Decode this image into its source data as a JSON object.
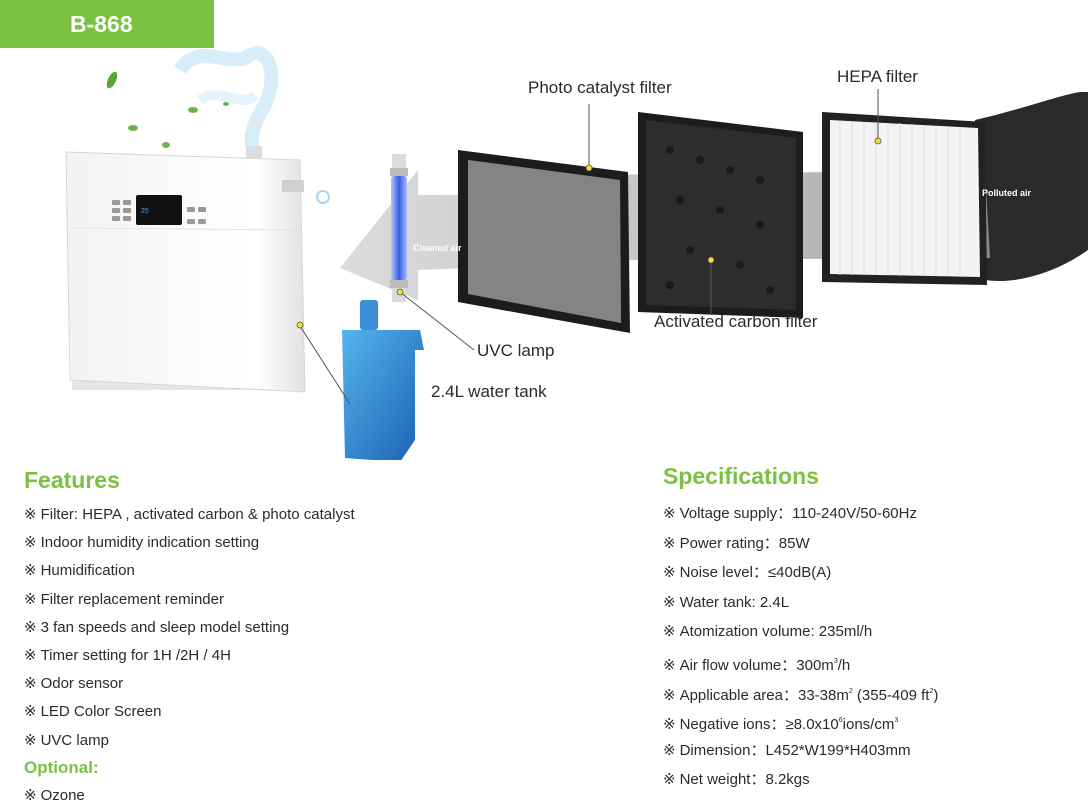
{
  "model": "B-868",
  "labels": {
    "photo_catalyst": "Photo catalyst filter",
    "hepa": "HEPA filter",
    "activated_carbon": "Activated carbon filter",
    "uvc_lamp": "UVC lamp",
    "water_tank": "2.4L water tank",
    "cleaned_air": "Cleaned air",
    "polluted_air": "Polluted air"
  },
  "features": {
    "title": "Features",
    "bullet": "※",
    "items": [
      "Filter:  HEPA , activated carbon & photo catalyst",
      "Indoor humidity indication setting",
      "Humidification",
      "Filter replacement reminder",
      "3 fan speeds and sleep model setting",
      "Timer setting for 1H /2H / 4H",
      "Odor sensor",
      "LED Color Screen",
      "UVC lamp"
    ],
    "optional_title": "Optional:",
    "optional_items": [
      "Ozone"
    ]
  },
  "specifications": {
    "title": "Specifications",
    "bullet": "※",
    "voltage": "Voltage supply：110-240V/50-60Hz",
    "power": "Power rating：85W",
    "noise": "Noise level：≤40dB(A)",
    "water_tank": "Water tank: 2.4L",
    "atomization": "Atomization volume: 235ml/h",
    "airflow_prefix": "Air flow volume：300m",
    "airflow_sup": "3",
    "airflow_suffix": "/h",
    "area_prefix": "Applicable area：33-38m",
    "area_sup1": "2",
    "area_mid": " (355-409 ft",
    "area_sup2": "2",
    "area_suffix": ")",
    "ions_prefix": "Negative ions：≥8.0x10",
    "ions_sup1": "6",
    "ions_mid": "ions/cm",
    "ions_sup2": "3",
    "dimension": "Dimension：L452*W199*H403mm",
    "weight": "Net weight：8.2kgs"
  },
  "display": {
    "readout": "25"
  },
  "colors": {
    "brand_green": "#7cc242",
    "text": "#2b2b2b",
    "leader_dot": "#f0e030",
    "water_tank": "#2f7fd0",
    "uvc_tube": "#4a6fe0"
  }
}
